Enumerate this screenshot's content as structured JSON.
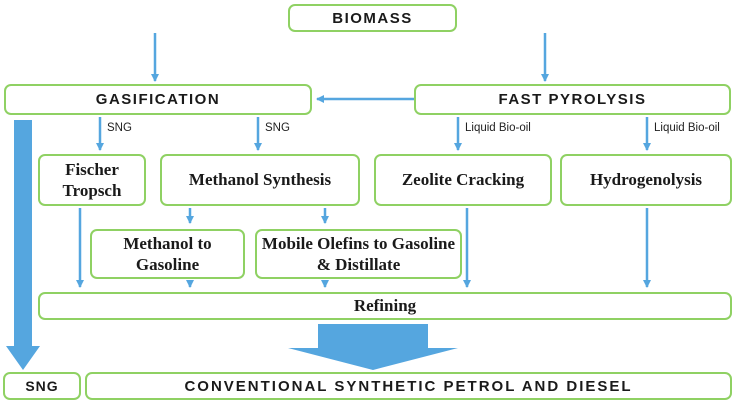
{
  "colors": {
    "box_border": "#8fd163",
    "arrow": "#55a6df",
    "text": "#1a1a1a",
    "label_text": "#222222"
  },
  "nodes": {
    "biomass": "BIOMASS",
    "gasification": "GASIFICATION",
    "fast_pyrolysis": "FAST PYROLYSIS",
    "fischer_tropsch": "Fischer Tropsch",
    "methanol_synthesis": "Methanol Synthesis",
    "zeolite_cracking": "Zeolite Cracking",
    "hydrogenolysis": "Hydrogenolysis",
    "methanol_to_gasoline": "Methanol to Gasoline",
    "mobile_olefins": "Mobile Olefins to Gasoline & Distillate",
    "refining": "Refining",
    "sng_product": "SNG",
    "final_product": "CONVENTIONAL SYNTHETIC PETROL AND DIESEL"
  },
  "edge_labels": {
    "gasification_to_fischer_tropsch": "SNG",
    "gasification_to_methanol_synthesis": "SNG",
    "fast_pyrolysis_to_zeolite_cracking": "Liquid Bio-oil",
    "fast_pyrolysis_to_hydrogenolysis": "Liquid Bio-oil"
  }
}
